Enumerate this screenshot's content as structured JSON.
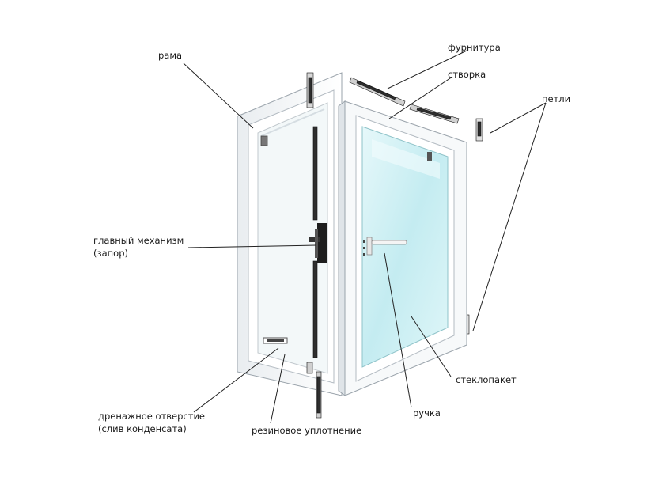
{
  "labels": {
    "frame": "рама",
    "hardware": "фурнитура",
    "sash": "створка",
    "hinges": "петли",
    "main_mechanism_line1": "главный механизм",
    "main_mechanism_line2": "(запор)",
    "glass_unit": "стеклопакет",
    "drain_line1": "дренажное отверстие",
    "drain_line2": "(слив конденсата)",
    "handle": "ручка",
    "seal": "резиновое уплотнение"
  },
  "colors": {
    "frame": "#f4f6f8",
    "frame_edge": "#9aa3ab",
    "glass": "#cfeef2",
    "glass_light": "#eafafb",
    "hardware": "#3a3a3a",
    "leader": "#222222"
  }
}
